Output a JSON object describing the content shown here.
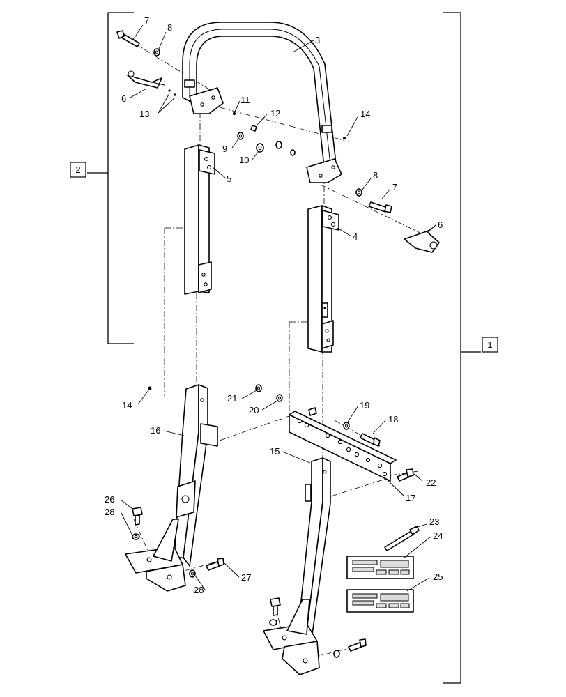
{
  "diagram": {
    "type": "exploded parts diagram",
    "assembly_labels": {
      "upper_assembly": "2",
      "complete_assembly": "1"
    },
    "callouts": {
      "c1": "1",
      "c2": "2",
      "c3": "3",
      "c4": "4",
      "c5": "5",
      "c6a": "6",
      "c6b": "6",
      "c7a": "7",
      "c7b": "7",
      "c8a": "8",
      "c8b": "8",
      "c9": "9",
      "c10": "10",
      "c11": "11",
      "c12": "12",
      "c13": "13",
      "c14a": "14",
      "c14b": "14",
      "c15": "15",
      "c16": "16",
      "c17": "17",
      "c18": "18",
      "c19": "19",
      "c20": "20",
      "c21": "21",
      "c22": "22",
      "c23": "23",
      "c24": "24",
      "c25": "25",
      "c26": "26",
      "c27": "27",
      "c28a": "28",
      "c28b": "28"
    }
  }
}
